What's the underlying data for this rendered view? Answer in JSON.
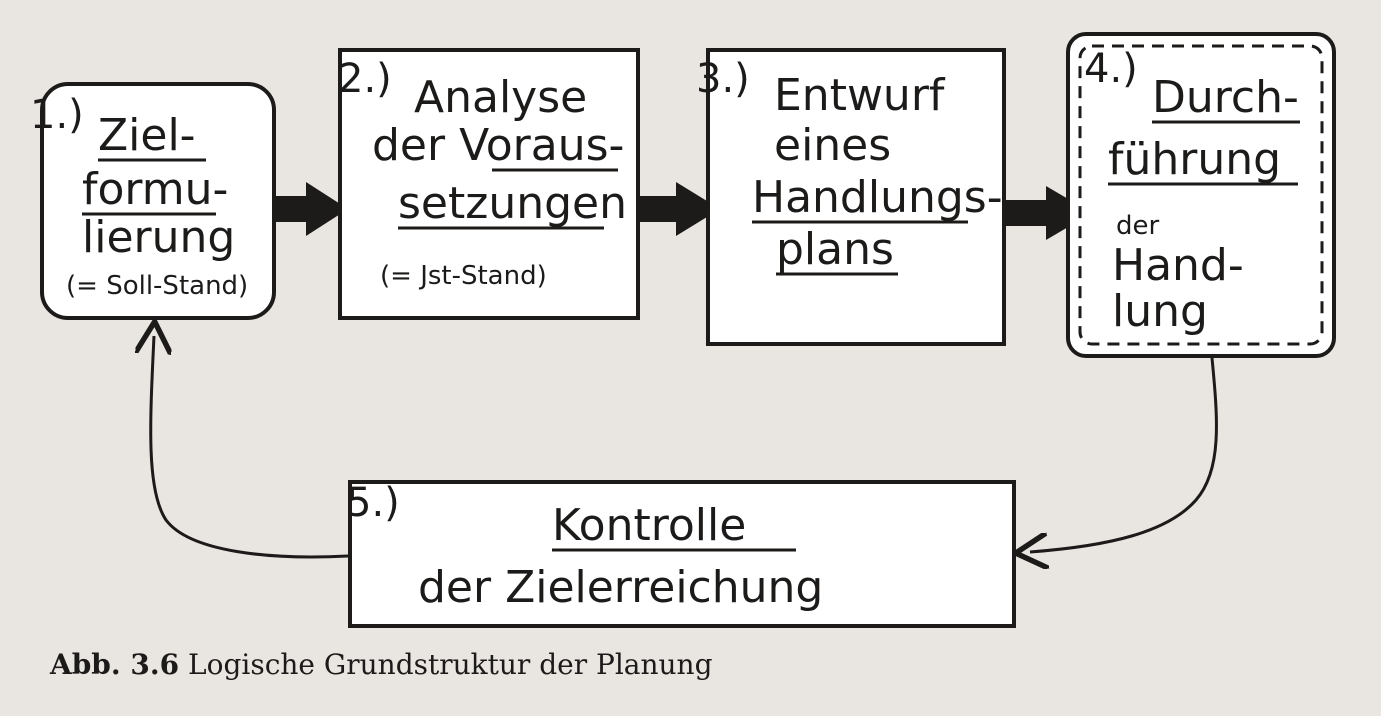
{
  "boxes": [
    {
      "number": "1.)",
      "lines": [
        "Ziel-",
        "formu-",
        "lierung"
      ],
      "note": "(= Soll-Stand)"
    },
    {
      "number": "2.)",
      "lines": [
        "Analyse",
        "der Voraus-",
        "setzungen"
      ],
      "note": "(= Jst-Stand)"
    },
    {
      "number": "3.)",
      "lines": [
        "Entwurf",
        "eines",
        "Handlungs-",
        "plans"
      ]
    },
    {
      "number": "4.)",
      "lines": [
        "Durch-",
        "führung",
        "der",
        "Hand-",
        "lung"
      ]
    },
    {
      "number": "5.)",
      "lines": [
        "Kontrolle",
        "der Zielerreichung"
      ]
    }
  ],
  "caption": {
    "label": "Abb. 3.6",
    "text": "Logische Grundstruktur der Planung"
  },
  "colors": {
    "ink": "#1c1b1a",
    "paper": "#e9e6e1",
    "box_fill": "#ffffff"
  }
}
